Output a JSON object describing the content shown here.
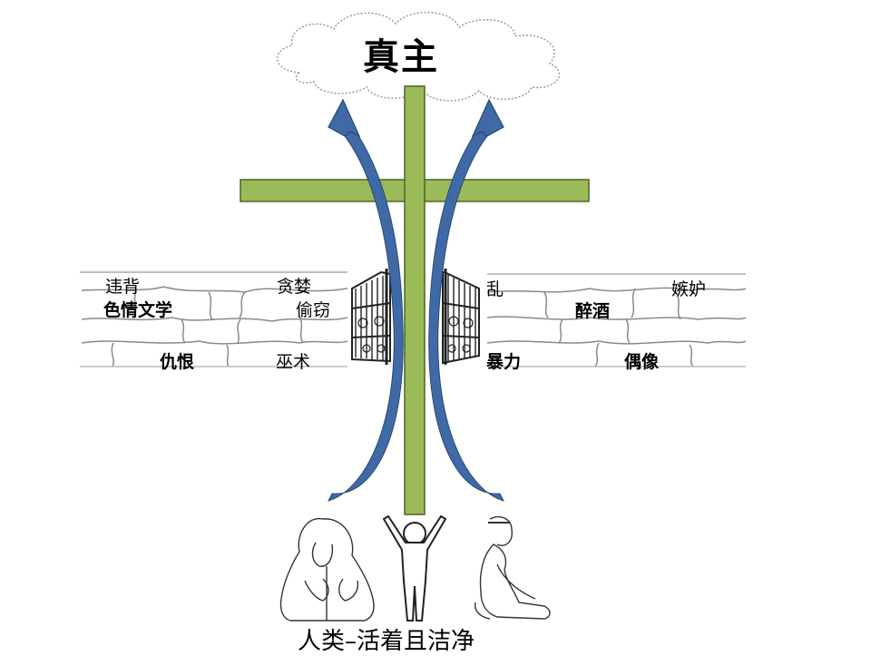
{
  "title": "真主",
  "caption": "人类–活着且洁净",
  "wall_left": {
    "labels": [
      "违背",
      "贪婪",
      "色情文学",
      "偷窃",
      "仇恨",
      "巫术"
    ]
  },
  "wall_right": {
    "labels": [
      "乱",
      "嫉妒",
      "醉酒",
      "暴力",
      "偶像"
    ]
  },
  "colors": {
    "cross": "#9bbb59",
    "cross_stroke": "#4f6228",
    "arrow": "#3f6aa5",
    "arrow_stroke": "#2b4a7a",
    "cloud_stroke": "#9a9a9a",
    "wall_stroke": "#8a8a8a"
  },
  "icons": [
    "cloud-icon",
    "cross-icon",
    "arrow-up-left-icon",
    "arrow-up-right-icon",
    "gate-left-icon",
    "gate-right-icon",
    "woman-praying-icon",
    "person-arms-raised-icon",
    "man-kneeling-icon"
  ]
}
